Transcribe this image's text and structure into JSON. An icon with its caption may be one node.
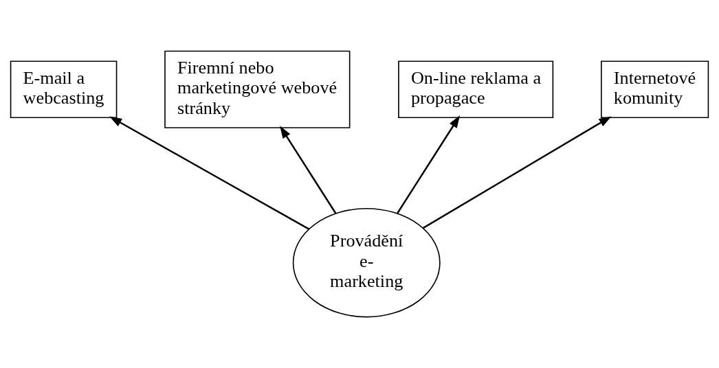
{
  "diagram": {
    "nodes": [
      {
        "text": [
          "Firemní nebo marketingové webové stránky"
        ]
      },
      {
        "text": [
          "On-line reklama a propagace"
        ]
      },
      {
        "text": [
          "E-mail a webcasting"
        ]
      },
      {
        "text": [
          "Internetové komunity"
        ]
      },
      {
        "text": [
          "Provádění e-marketing"
        ]
      }
    ],
    "edges": [
      {
        "from": 4,
        "to": 2,
        "arrow": "to"
      },
      {
        "from": 4,
        "to": 0,
        "arrow": "to"
      },
      {
        "from": 4,
        "to": 1,
        "arrow": "to"
      },
      {
        "from": 4,
        "to": 3,
        "arrow": "to"
      }
    ]
  }
}
